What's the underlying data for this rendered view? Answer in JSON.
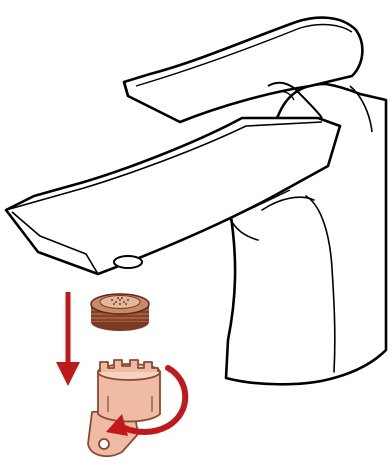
{
  "figure": {
    "description_free": true
  },
  "colors": {
    "outline": "#000000",
    "background": "#ffffff",
    "arrow_red": "#c0191c",
    "aerator_copper": "#c98a6a",
    "aerator_copper_dark": "#7a3b22",
    "key_tool_fill": "#efbba4",
    "key_tool_stroke": "#8a4a32"
  },
  "parts": [
    {
      "name": "faucet-body",
      "icon": "faucet"
    },
    {
      "name": "faucet-lever",
      "icon": "lever-handle"
    },
    {
      "name": "aerator",
      "icon": "aerator-insert"
    },
    {
      "name": "aerator-key-tool",
      "icon": "key-tool"
    },
    {
      "name": "down-arrow",
      "icon": "arrow-down"
    },
    {
      "name": "rotate-arrow",
      "icon": "arrow-rotate"
    }
  ]
}
